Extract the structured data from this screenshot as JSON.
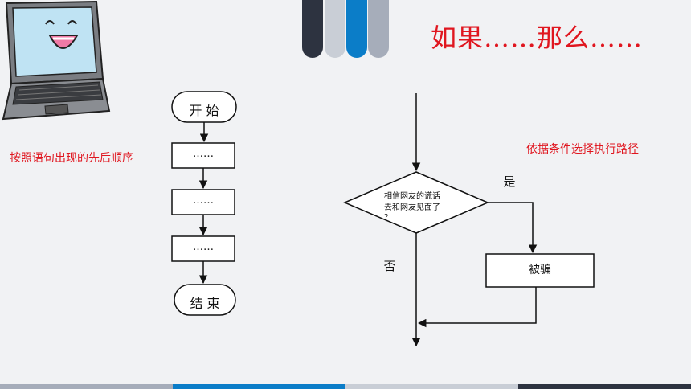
{
  "title": "如果……那么……",
  "sequence_note": "按照语句出现的先后顺序",
  "branch_note": "依据条件选择执行路径",
  "sequence_flow": {
    "start": "开  始",
    "steps": [
      "……",
      "……",
      "……"
    ],
    "end": "结  束"
  },
  "branch_flow": {
    "condition_line1": "相信网友的谎话",
    "condition_line2": "去和网友见面了",
    "condition_line3": "？",
    "yes_label": "是",
    "no_label": "否",
    "action": "被骗"
  },
  "colors": {
    "accent_red": "#e0161f",
    "deco_dark": "#2d3340",
    "deco_light": "#c9ced6",
    "deco_blue": "#0b7dc8",
    "deco_grey": "#a6adba"
  }
}
